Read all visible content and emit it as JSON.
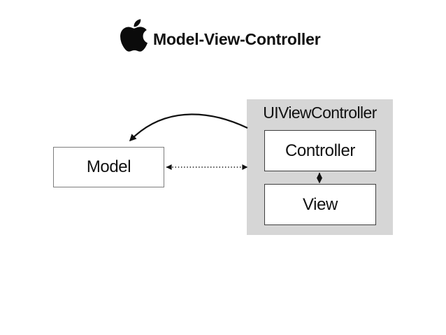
{
  "header": {
    "title": "Model-View-Controller",
    "logo_icon": "apple-logo"
  },
  "diagram": {
    "container_label": "UIViewController",
    "nodes": {
      "model": "Model",
      "controller": "Controller",
      "view": "View"
    },
    "edges": [
      {
        "from": "uiviewcontroller",
        "to": "model",
        "style": "solid-curved",
        "direction": "one-way"
      },
      {
        "from": "model",
        "to": "uiviewcontroller",
        "style": "dotted",
        "direction": "two-way"
      },
      {
        "from": "controller",
        "to": "view",
        "style": "dotted",
        "direction": "two-way"
      }
    ]
  },
  "colors": {
    "background": "#ffffff",
    "container_fill": "#d6d6d6",
    "node_fill": "#ffffff",
    "inner_node_border": "#3f3f3f",
    "model_node_border": "#7d7d7d",
    "arrow": "#111111",
    "text": "#111111"
  }
}
